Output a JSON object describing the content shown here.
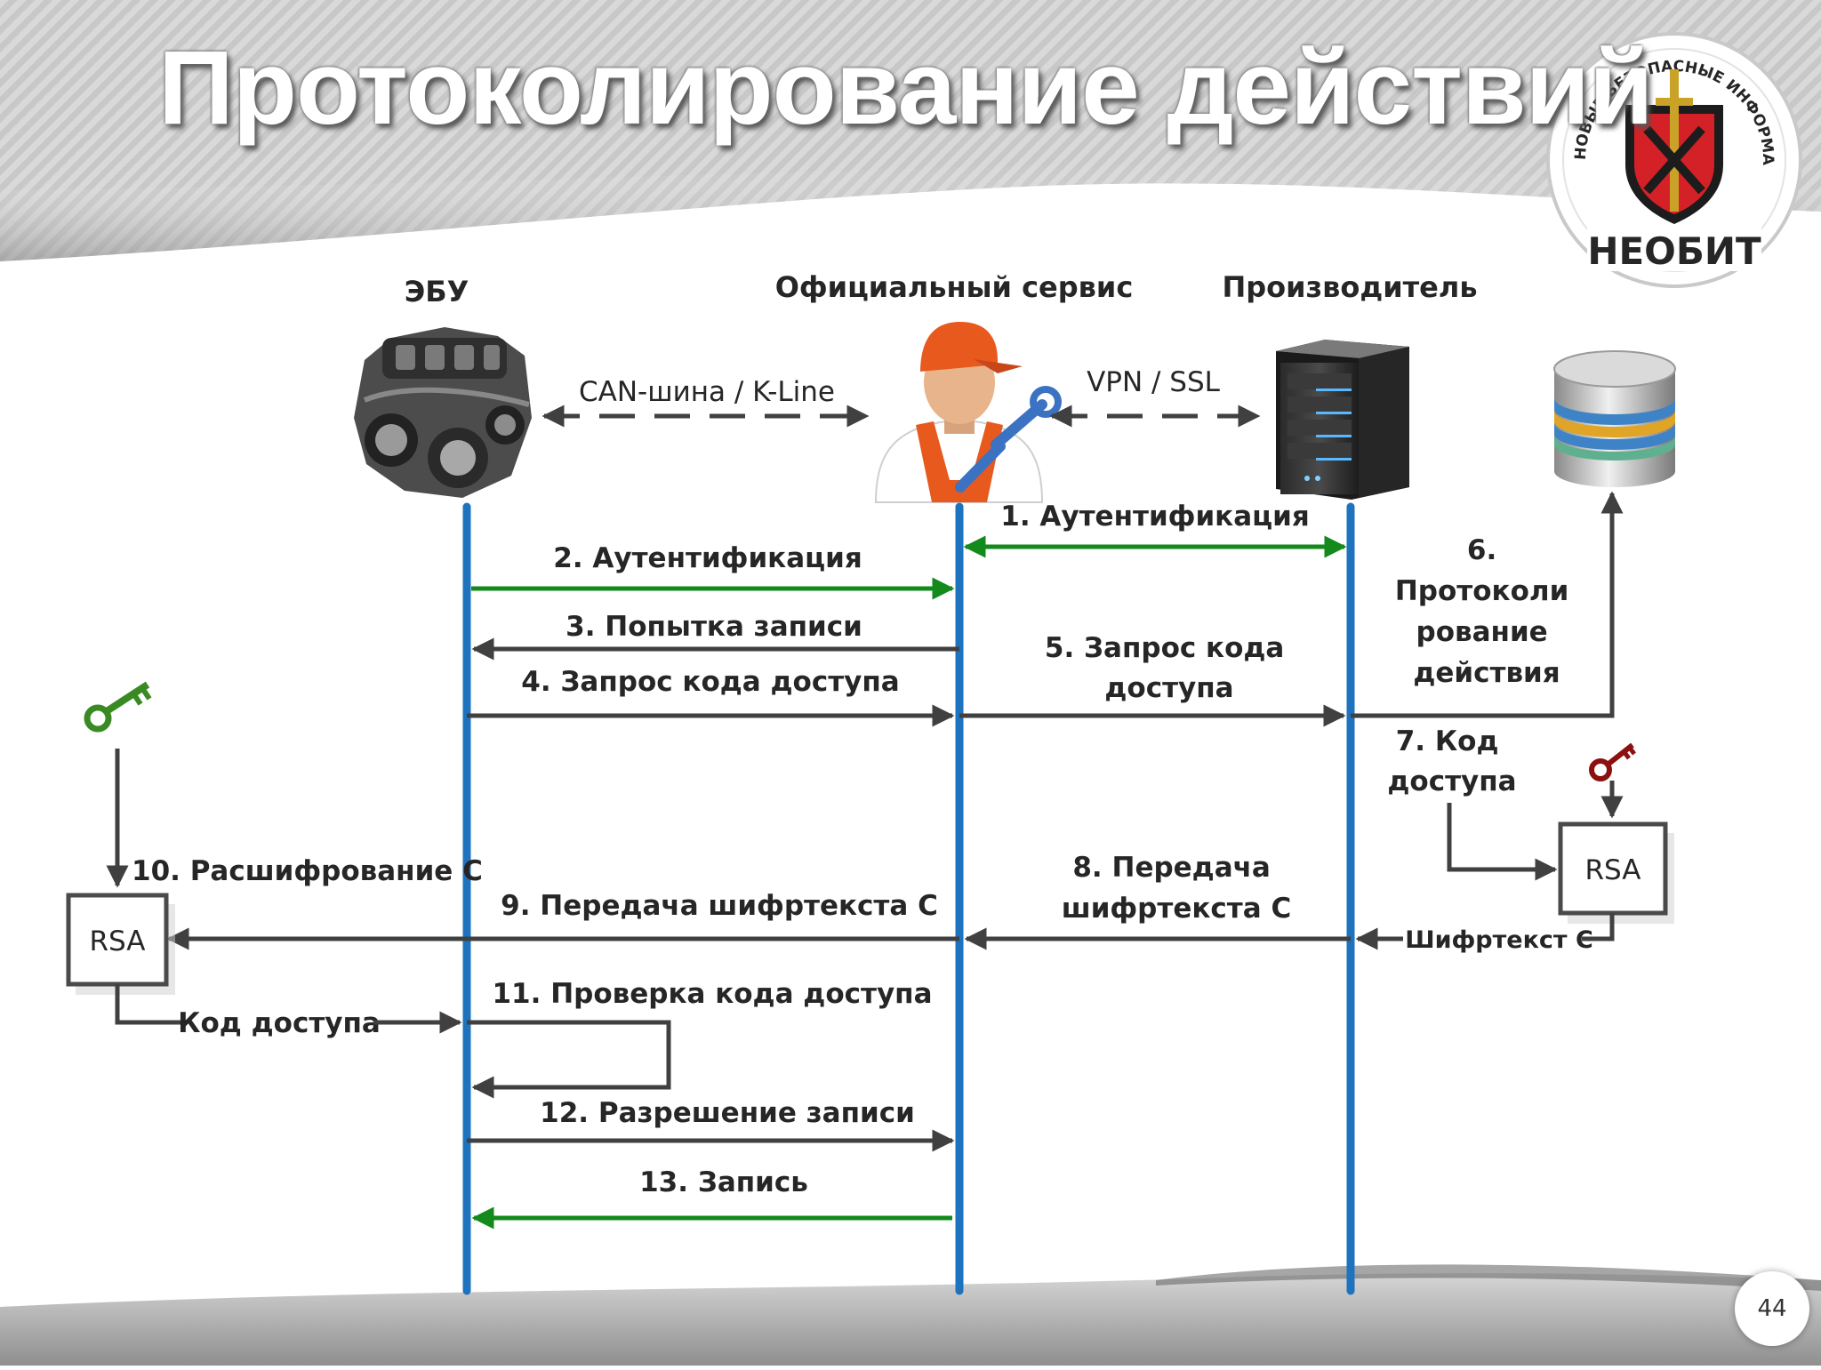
{
  "title": "Протоколирование действий",
  "page_number": "44",
  "logo": {
    "name": "НЕОБИТ",
    "ring_text": "НОВЫЕ БЕЗОПАСНЫЕ ИНФОРМАЦИОННЫЕ ТЕХНОЛОГИИ",
    "colors": {
      "shield": "#d42127",
      "ring": "#9e9e9e"
    }
  },
  "actors": {
    "ecu": "ЭБУ",
    "service": "Официальный сервис",
    "manufacturer": "Производитель"
  },
  "links": {
    "can": "CAN-шина / K-Line",
    "vpn": "VPN / SSL"
  },
  "steps": {
    "s1": "1. Аутентификация",
    "s2": "2. Аутентификация",
    "s3": "3. Попытка записи",
    "s4": "4. Запрос кода доступа",
    "s5": [
      "5. Запрос кода",
      "доступа"
    ],
    "s6": [
      "6.",
      "Протоколи",
      "рование",
      "действия"
    ],
    "s7": [
      "7. Код",
      "доступа"
    ],
    "s8": [
      "8. Передача",
      "шифртекста С"
    ],
    "s9": "9. Передача шифртекста С",
    "s10": "10. Расшифрование С",
    "s11": "11. Проверка кода доступа",
    "s12": "12. Разрешение записи",
    "s13": "13. Запись"
  },
  "boxes": {
    "rsa_right": "RSA",
    "rsa_left": "RSA",
    "ciphertext": "Шифртекст  С",
    "access_code": "Код доступа"
  },
  "icons": {
    "engine": "engine-icon",
    "mechanic": "mechanic-icon",
    "server": "server-icon",
    "database": "database-icon",
    "key_green": "key-icon",
    "key_red": "key-icon"
  },
  "colors": {
    "lifeline": "#1e73be",
    "auth_arrow": "#138a1b",
    "arrow": "#404040",
    "text": "#262626"
  }
}
